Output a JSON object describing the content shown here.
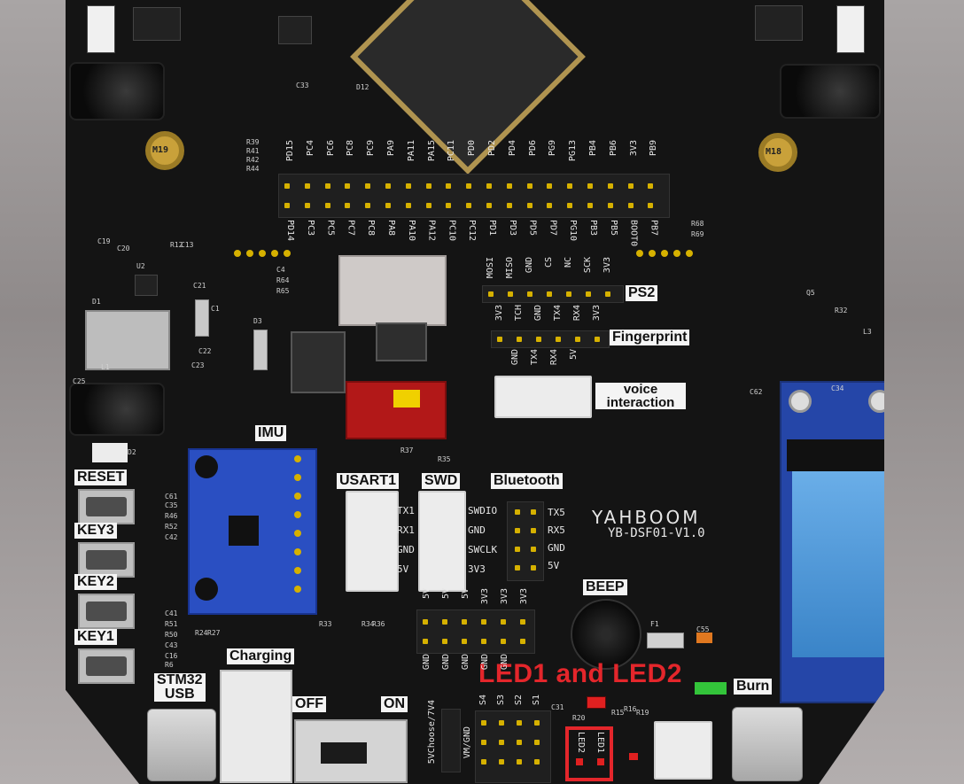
{
  "colors": {
    "pcb": "#141414",
    "highlight": "#e4262b",
    "pin": "#d6b100",
    "module_blue": "#2546a8",
    "led_red": "#e02020"
  },
  "board": {
    "brand": "YAHBOOM",
    "model": "YB-DSF01-V1.0",
    "mount_holes": [
      "M19",
      "M18"
    ]
  },
  "header_top_row": [
    "PD15",
    "PC4",
    "PC6",
    "PC8",
    "PC9",
    "PA9",
    "PA11",
    "PA15",
    "PC11",
    "PD0",
    "PD2",
    "PD4",
    "PD6",
    "PG9",
    "PG13",
    "PB4",
    "PB6",
    "3V3",
    "PB9"
  ],
  "header_bottom_row": [
    "PD14",
    "PC3",
    "PC5",
    "PC7",
    "PC8",
    "PA8",
    "PA10",
    "PA12",
    "PC10",
    "PC12",
    "PD1",
    "PD3",
    "PD5",
    "PD7",
    "PG10",
    "PB3",
    "PB5",
    "BOOT0",
    "PB7"
  ],
  "ps2": {
    "label": "PS2",
    "pins": [
      "MOSI",
      "MISO",
      "GND",
      "CS",
      "NC",
      "SCK",
      "3V3"
    ]
  },
  "fingerprint": {
    "label": "Fingerprint",
    "pins_top": [
      "3V3",
      "TCH",
      "GND",
      "TX4",
      "RX4",
      "3V3"
    ],
    "pins_bottom": [
      "GND",
      "TX4",
      "RX4",
      "5V"
    ]
  },
  "voice": {
    "line1": "voice",
    "line2": "interaction"
  },
  "imu": {
    "label": "IMU"
  },
  "usart1": {
    "label": "USART1",
    "pins": [
      "TX1",
      "RX1",
      "GND",
      "5V"
    ]
  },
  "swd": {
    "label": "SWD",
    "pins": [
      "SWDIO",
      "GND",
      "SWCLK",
      "3V3"
    ]
  },
  "bluetooth": {
    "label": "Bluetooth",
    "pins": [
      "TX5",
      "RX5",
      "GND",
      "5V"
    ]
  },
  "buttons": [
    "RESET",
    "KEY3",
    "KEY2",
    "KEY1"
  ],
  "power": {
    "charging": "Charging",
    "stm32": "STM32",
    "usb": "USB",
    "off": "OFF",
    "on": "ON"
  },
  "beep": {
    "label": "BEEP"
  },
  "burn": {
    "label": "Burn"
  },
  "bottom_header_labels": [
    "5V",
    "5V",
    "5V",
    "3V3",
    "3V3",
    "3V3"
  ],
  "bottom_header_gnd": [
    "GND",
    "GND",
    "GND",
    "GND",
    "GND"
  ],
  "s_labels": [
    "S4",
    "S3",
    "S2",
    "S1"
  ],
  "side_v_labels": [
    "5VChoose/7V4",
    "VM/GND"
  ],
  "led_callout": {
    "text": "LED1 and LED2",
    "led1": "LED1",
    "led2": "LED2"
  },
  "small_parts": [
    "C33",
    "D12",
    "R39",
    "R41",
    "R42",
    "R44",
    "C4",
    "R64",
    "R65",
    "R68",
    "R69",
    "C19",
    "C20",
    "U2",
    "R12",
    "C13",
    "C21",
    "C1",
    "D1",
    "D3",
    "C22",
    "L1",
    "C23",
    "C25",
    "D2",
    "C61",
    "C35",
    "R46",
    "R52",
    "C42",
    "C41",
    "R51",
    "R50",
    "C43",
    "C16",
    "R6",
    "R24",
    "R27",
    "R33",
    "R34",
    "R36",
    "R37",
    "R35",
    "Q5",
    "R32",
    "L3",
    "C62",
    "C34",
    "F1",
    "C55",
    "C31",
    "R20",
    "R15",
    "R16",
    "R19"
  ]
}
